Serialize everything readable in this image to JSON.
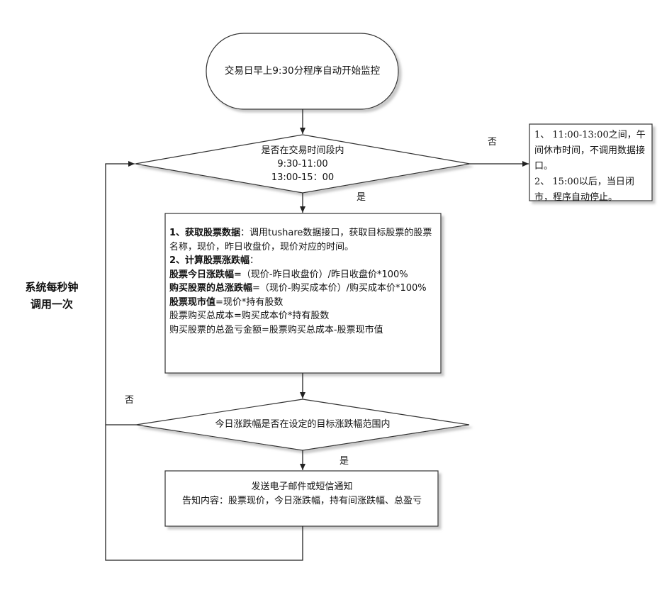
{
  "start": {
    "text": "交易日早上9:30分程序自动开始监控"
  },
  "decision1": {
    "line1": "是否在交易时间段内",
    "line2": "9:30-11:00",
    "line3": "13:00-15：00",
    "no_label": "否",
    "yes_label": "是"
  },
  "note": {
    "item1": "1、 11:00-13:00之间，午间休市时间，不调用数据接口。",
    "item2": "2、 15:00以后，当日闭市，程序自动停止。"
  },
  "process": {
    "l1_bold": "1、获取股票数据",
    "l1_rest": "：调用tushare数据接口，获取目标股票的股票名称，现价，昨日收盘价，现价对应的时间。",
    "l2_bold": "2、计算股票涨跌幅",
    "l2_rest": "：",
    "l3_bold": "股票今日涨跌幅",
    "l3_rest": "=（现价-昨日收盘价）/昨日收盘价*100%",
    "l4_bold": "购买股票的总涨跌幅",
    "l4_rest": "=（现价-购买成本价）/购买成本价*100%",
    "l5_bold": "股票现市值",
    "l5_rest": "=现价*持有股数",
    "l6": "股票购买总成本=购买成本价*持有股数",
    "l7": "购买股票的总盈亏金额=股票购买总成本-股票现市值"
  },
  "decision2": {
    "text": "今日涨跌幅是否在设定的目标涨跌幅范围内",
    "no_label": "否",
    "yes_label": "是"
  },
  "notify": {
    "line1": "发送电子邮件或短信通知",
    "line2": "告知内容：股票现价，今日涨跌幅，持有间涨跌幅、总盈亏"
  },
  "loop_label": {
    "line1": "系统每秒钟",
    "line2": "调用一次"
  }
}
